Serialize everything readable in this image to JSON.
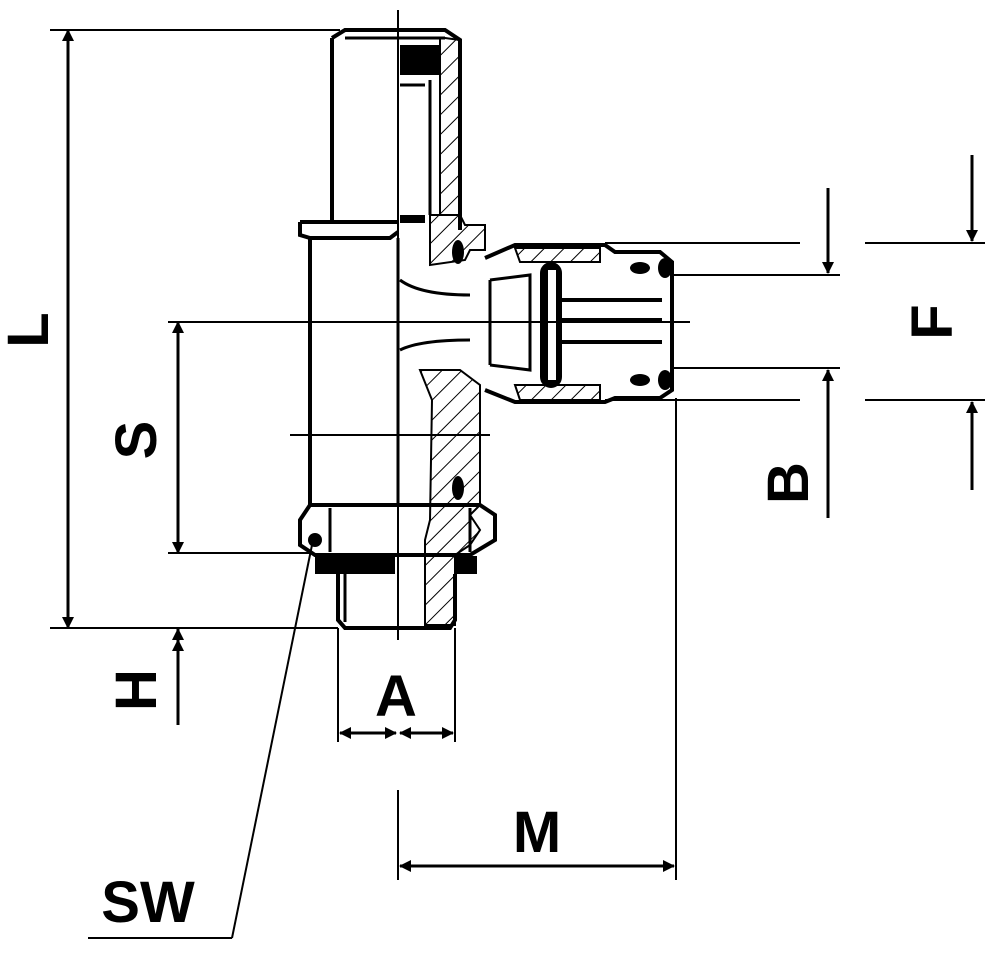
{
  "labels": {
    "L": "L",
    "S": "S",
    "H": "H",
    "A": "A",
    "M": "M",
    "SW": "SW",
    "B": "B",
    "F": "F"
  },
  "colors": {
    "line": "#000000",
    "background": "#ffffff"
  }
}
